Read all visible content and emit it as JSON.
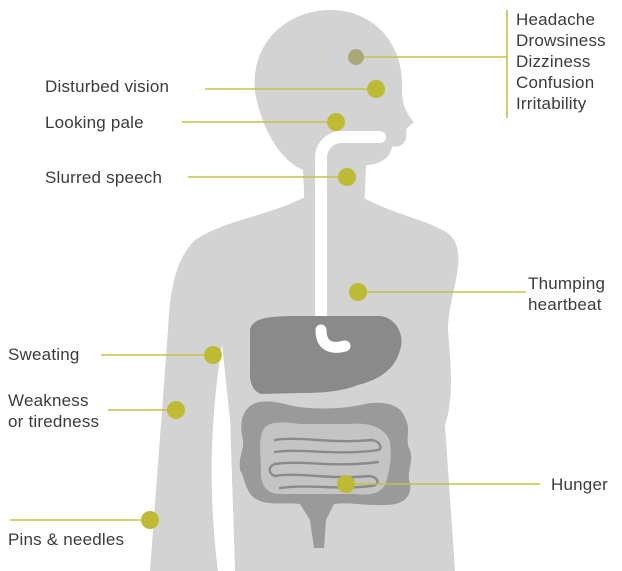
{
  "colors": {
    "body": "#d3d3d3",
    "organs": "#8a8a8a",
    "intestine": "#9a9a9a",
    "marker": "#bdbb34",
    "marker_head": "#aaa879",
    "line": "#c4c247",
    "text": "#3b3b3b"
  },
  "labels": {
    "head_symptoms": [
      "Headache",
      "Drowsiness",
      "Dizziness",
      "Confusion",
      "Irritability"
    ],
    "disturbed_vision": "Disturbed vision",
    "looking_pale": "Looking pale",
    "slurred_speech": "Slurred speech",
    "thumping_heartbeat": [
      "Thumping",
      "heartbeat"
    ],
    "sweating": "Sweating",
    "weakness": [
      "Weakness",
      "or tiredness"
    ],
    "hunger": "Hunger",
    "pins_needles": "Pins & needles"
  }
}
